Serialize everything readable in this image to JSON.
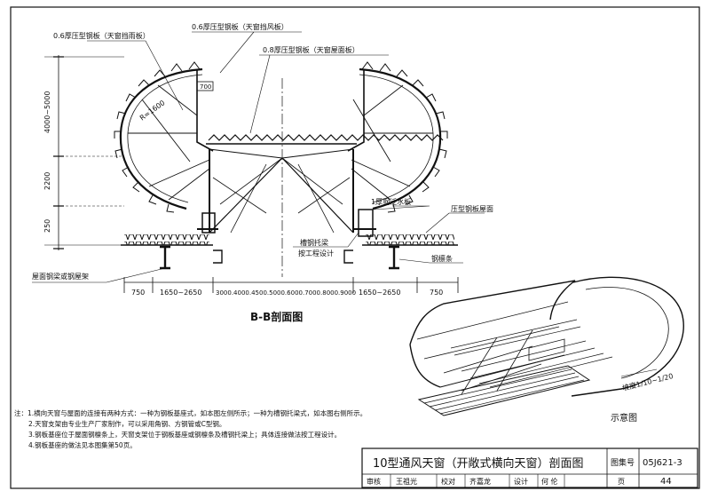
{
  "drawing": {
    "section_title": "B-B剖面图",
    "schematic_label": "示意图",
    "labels": {
      "sail_panel": "0.6厚压型钢板（天窗挡雨板）",
      "wind_panel": "0.6厚压型钢板（天窗挡风板）",
      "roof_panel": "0.8厚压型钢板（天窗屋面板）",
      "radius": "R=1600",
      "dim_700": "700",
      "flashing": "1厚钢泛水板",
      "roof_ridge": "压型钢板屋面",
      "steel_purlin": "钢檩条",
      "gutter_support": "槽钢托梁",
      "by_design": "按工程设计",
      "roof_beam": "屋面钢梁或钢屋架",
      "height_total": "4000~5000",
      "height_2200": "2200",
      "height_250": "250",
      "slope": "坡度1/10~1/20"
    },
    "bottom_dims": [
      "750",
      "1650~2650",
      "3000.4000.4500.5000.6000.7000.8000.9000",
      "1650~2650",
      "750"
    ]
  },
  "notes": [
    "注：1.横向天窗与屋面的连接有两种方式：一种为钢板基座式，如本图左侧所示；一种为槽钢托梁式，如本图右侧所示。",
    "2.天窗支架由专业生产厂家制作，可以采用角钢、方钢管或C型钢。",
    "3.钢板基座位于屋面钢檩条上，天窗支架位于钢板基座或钢檩条及槽钢托梁上；具体连接做法按工程设计。",
    "4.钢板基座的做法见本图集第50页。"
  ],
  "title_block": {
    "title": "10型通风天窗（开敞式横向天窗）剖面图",
    "atlas_label": "图集号",
    "atlas_no": "05J621-3",
    "review_label": "审核",
    "reviewer": "王祖光",
    "check_label": "校对",
    "checker": "齐嘉龙",
    "design_label": "设计",
    "designer": "何 伦",
    "page_label": "页",
    "page_no": "44"
  }
}
